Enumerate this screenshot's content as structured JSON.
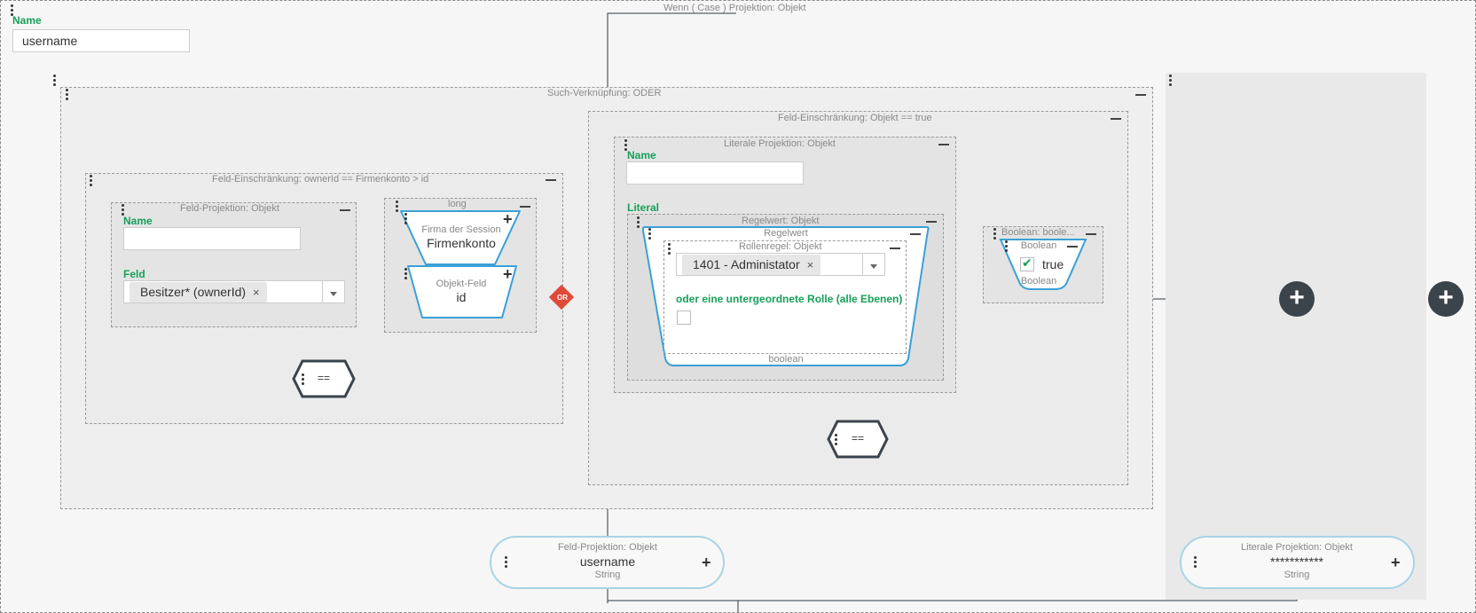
{
  "colors": {
    "accent_green": "#17a05a",
    "node_blue": "#3aa0d8",
    "dark_node": "#3b434b",
    "or_red": "#e04a3a"
  },
  "root": {
    "title": "Wenn ( Case ) Projektion: Objekt",
    "name_label": "Name",
    "name_value": "username"
  },
  "search_link": {
    "title": "Such-Verknüpfung: ODER",
    "or_badge": "OR"
  },
  "left_constraint": {
    "title": "Feld-Einschränkung: ownerId == Firmenkonto > id",
    "projection": {
      "title": "Feld-Projektion: Objekt",
      "name_label": "Name",
      "name_value": "",
      "field_label": "Feld",
      "field_chip": "Besitzer* (ownerId)",
      "chip_remove": "×"
    },
    "long_box": {
      "title": "long",
      "firma": {
        "top": "Firma der Session",
        "main": "Firmenkonto"
      },
      "objektfeld": {
        "top": "Objekt-Feld",
        "main": "id"
      }
    },
    "op": "=="
  },
  "right_constraint": {
    "title": "Feld-Einschränkung: Objekt == true",
    "literal": {
      "title": "Literale Projektion: Objekt",
      "name_label": "Name",
      "name_value": "",
      "literal_label": "Literal",
      "rule_value": {
        "title": "Regelwert: Objekt",
        "inner_title": "Regelwert",
        "role_rule": {
          "title": "Rollenregel: Objekt",
          "chip": "1401 - Administator",
          "chip_remove": "×",
          "sub_label": "oder eine untergeordnete Rolle (alle Ebenen)"
        },
        "type": "boolean"
      }
    },
    "boolean_box": {
      "title": "Boolean: boole...",
      "top": "Boolean",
      "value": "true",
      "type": "Boolean"
    },
    "op": "=="
  },
  "bottom_left_node": {
    "title": "Feld-Projektion: Objekt",
    "main": "username",
    "type": "String"
  },
  "bottom_right_node": {
    "title": "Literale Projektion: Objekt",
    "main": "***********",
    "type": "String"
  },
  "plus_symbol": "+"
}
